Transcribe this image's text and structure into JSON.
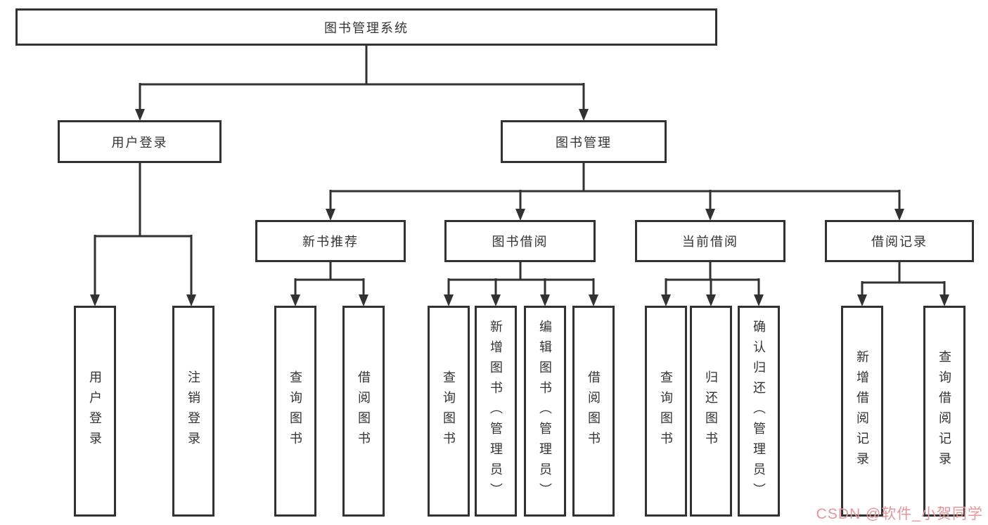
{
  "diagram": {
    "root": {
      "label": "图书管理系统"
    },
    "branches": [
      {
        "label": "用户登录",
        "children": [
          {
            "label": "用户登录"
          },
          {
            "label": "注销登录"
          }
        ]
      },
      {
        "label": "图书管理",
        "children": [
          {
            "label": "新书推荐",
            "children": [
              {
                "label": "查询图书"
              },
              {
                "label": "借阅图书"
              }
            ]
          },
          {
            "label": "图书借阅",
            "children": [
              {
                "label": "查询图书"
              },
              {
                "label": "新增图书（管理员）"
              },
              {
                "label": "编辑图书（管理员）"
              },
              {
                "label": "借阅图书"
              }
            ]
          },
          {
            "label": "当前借阅",
            "children": [
              {
                "label": "查询图书"
              },
              {
                "label": "归还图书"
              },
              {
                "label": "确认归还（管理员）"
              }
            ]
          },
          {
            "label": "借阅记录",
            "children": [
              {
                "label": "新增借阅记录"
              },
              {
                "label": "查询借阅记录"
              }
            ]
          }
        ]
      }
    ]
  },
  "watermark": {
    "text": "CSDN @软件_小贺同学"
  },
  "colors": {
    "line": "#323232",
    "box_text": "#333333",
    "watermark": "#e89598",
    "background": "#ffffff"
  }
}
